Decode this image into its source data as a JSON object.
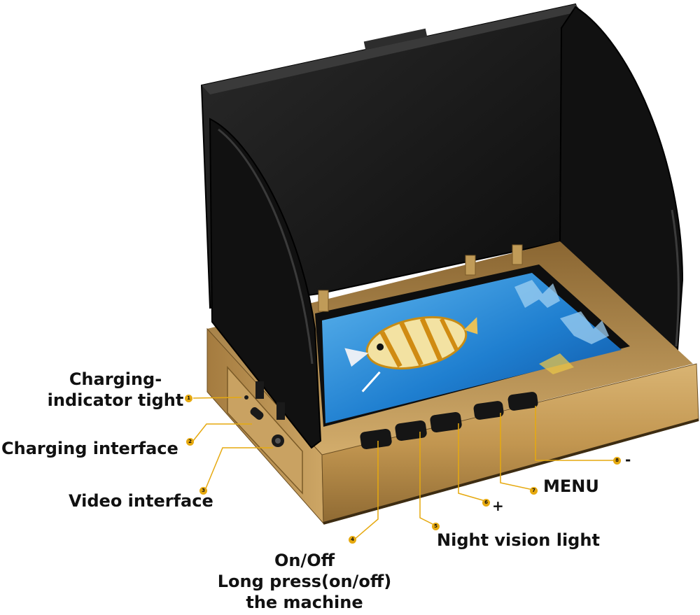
{
  "callouts": [
    {
      "num": "1",
      "text_line1": "Charging-",
      "text_line2": "indicator tight"
    },
    {
      "num": "2",
      "text": "Charging interface"
    },
    {
      "num": "3",
      "text": "Video interface"
    },
    {
      "num": "4",
      "text_line1": "On/Off",
      "text_line2": "Long press(on/off)",
      "text_line3": "the machine"
    },
    {
      "num": "5",
      "text": "Night vision light"
    },
    {
      "num": "6",
      "symbol": "+"
    },
    {
      "num": "7",
      "text": "MENU"
    },
    {
      "num": "8",
      "symbol": "-"
    }
  ],
  "colors": {
    "accent": "#e6a90f",
    "body_gold": "#c39a55",
    "hood": "#1a1a1a",
    "screen_blue": "#2c8fd6"
  },
  "icons": [
    "fish-finder-monitor",
    "sun-hood",
    "screen-fish-image",
    "usb-c-port",
    "av-port",
    "power-button"
  ]
}
